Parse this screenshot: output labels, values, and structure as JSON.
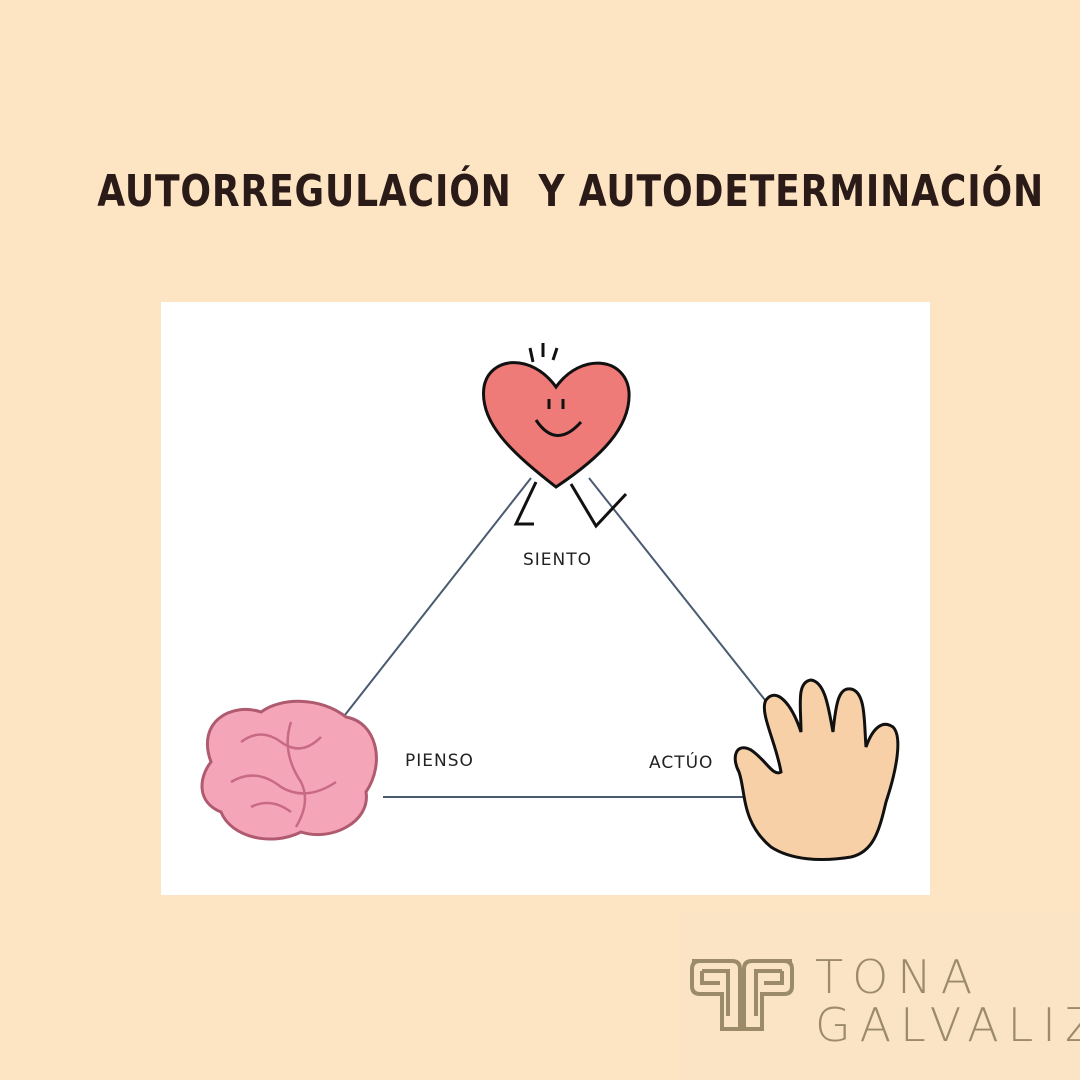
{
  "title": "AUTORREGULACIÓN  Y AUTODETERMINACIÓN",
  "diagram": {
    "nodes": [
      {
        "label": "SIENTO",
        "icon": "smiling-heart-icon"
      },
      {
        "label": "PIENSO",
        "icon": "brain-icon"
      },
      {
        "label": "ACTÚO",
        "icon": "hand-icon"
      }
    ]
  },
  "brand": {
    "line1": "TONA",
    "line2": "GALVALIZ",
    "logo_icon": "tg-monogram-logo"
  },
  "colors": {
    "background": "#fde5c4",
    "title": "#2b1b18",
    "heart": "#ef7b78",
    "brain": "#f4a6b8",
    "hand": "#f8d0a8",
    "line": "#4a5a70",
    "brand": "#9c8b68"
  }
}
